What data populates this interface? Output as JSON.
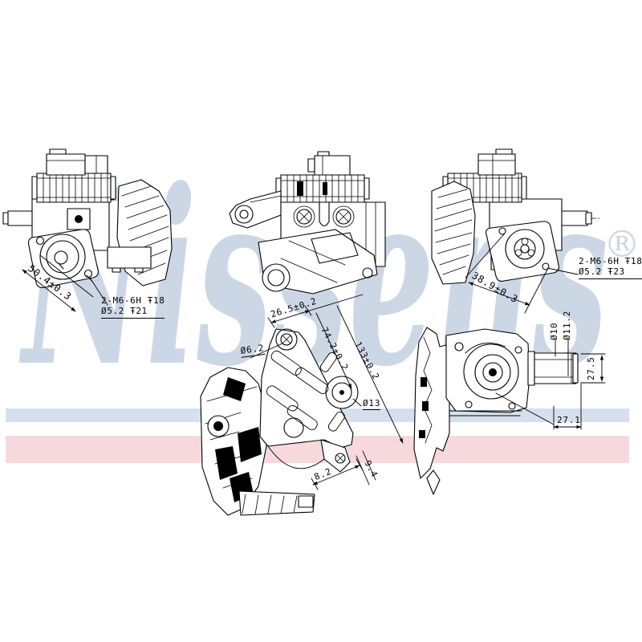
{
  "watermark": {
    "text": "Nissens",
    "registered": "®"
  },
  "colors": {
    "watermark": "#ccd7e6",
    "band_blue": "#d5e0ec",
    "band_pink": "#f7d9dd"
  },
  "views": {
    "top_left": {
      "dim_flange": "50.4±0.3",
      "note_line1": "2-M6-6H Ŧ18",
      "note_line2": "Ø5.2 Ŧ21"
    },
    "top_right": {
      "dim_flange": "38.9±0.3",
      "note_line1": "2-M6-6H Ŧ18",
      "note_line2": "Ø5.2 Ŧ23"
    },
    "bottom_center": {
      "dim_top": "26.5±0.2",
      "dim_hole": "Ø6.2",
      "dim_mid": "74.2±0.2",
      "dim_long": "133±0.2",
      "dim_boss": "Ø13",
      "dim_a": "8.2",
      "dim_b": "9.4"
    },
    "bottom_right": {
      "dim_pipe_inner": "Ø10",
      "dim_pipe_outer": "Ø11.2",
      "dim_depth": "27.5",
      "dim_length": "27.1"
    }
  }
}
